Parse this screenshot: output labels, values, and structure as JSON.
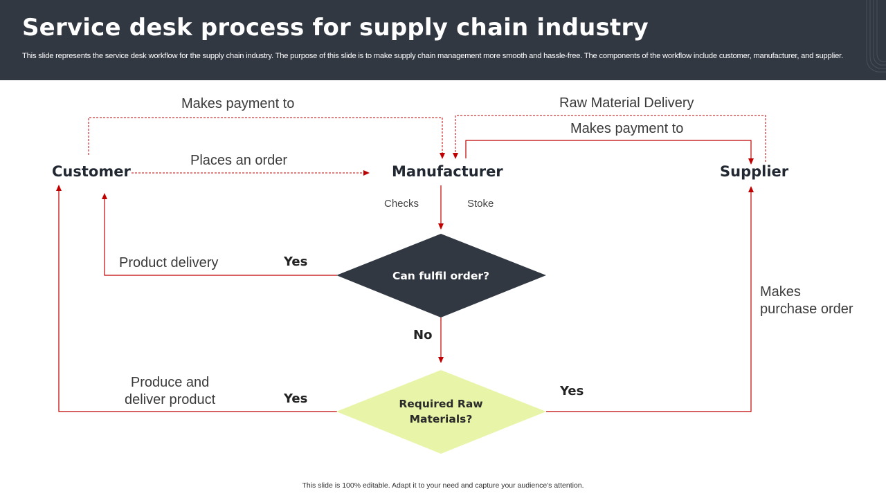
{
  "header": {
    "title": "Service desk process for supply chain industry",
    "subtitle": "This slide represents the service desk workflow for the supply chain industry. The purpose of this slide is to make supply chain management more smooth and hassle-free. The components of the workflow include customer, manufacturer, and supplier."
  },
  "colors": {
    "header_bg": "#323842",
    "arrow": "#c00000",
    "decision_dark": "#323842",
    "decision_light": "#e8f5a8"
  },
  "nodes": {
    "customer": "Customer",
    "manufacturer": "Manufacturer",
    "supplier": "Supplier"
  },
  "decisions": {
    "fulfil": "Can fulfil order?",
    "raw_line1": "Required Raw",
    "raw_line2": "Materials?"
  },
  "edges": {
    "customer_pays": "Makes payment to",
    "places_order": "Places an order",
    "raw_delivery": "Raw Material Delivery",
    "manufacturer_pays": "Makes payment to",
    "checks": "Checks",
    "stoke": "Stoke",
    "product_delivery": "Product delivery",
    "yes_fulfil": "Yes",
    "no_fulfil": "No",
    "produce_line1": "Produce and",
    "produce_line2": "deliver product",
    "yes_produce": "Yes",
    "yes_raw": "Yes",
    "purchase_line1": "Makes",
    "purchase_line2": "purchase order"
  },
  "footer": "This slide is 100% editable. Adapt it to your need and capture your audience's attention."
}
